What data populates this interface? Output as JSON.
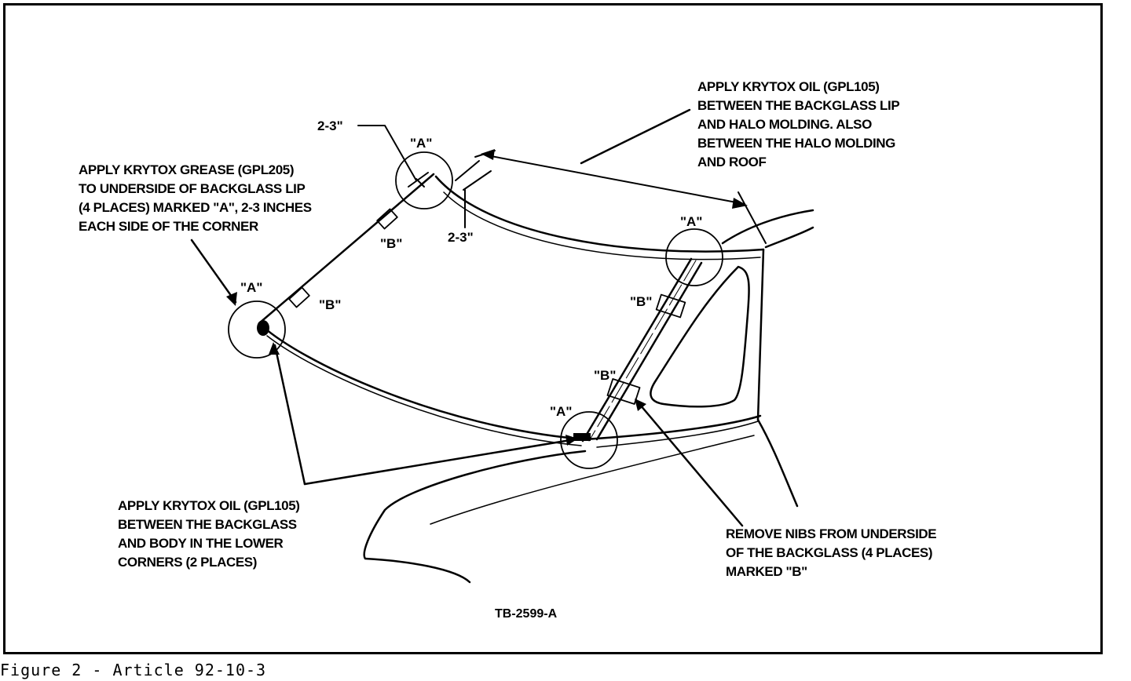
{
  "notes": {
    "grease_corner": [
      "APPLY KRYTOX  GREASE (GPL205)",
      "TO UNDERSIDE OF BACKGLASS LIP",
      "(4 PLACES) MARKED \"A\", 2-3 INCHES",
      "EACH SIDE OF THE CORNER"
    ],
    "oil_halo": [
      "APPLY KRYTOX OIL  (GPL105)",
      "BETWEEN THE BACKGLASS LIP",
      "AND HALO MOLDING. ALSO",
      "BETWEEN THE HALO MOLDING",
      "AND ROOF"
    ],
    "oil_lower": [
      "APPLY KRYTOX OIL  (GPL105)",
      "BETWEEN THE BACKGLASS",
      "AND BODY IN THE LOWER",
      "CORNERS (2 PLACES)"
    ],
    "remove_nibs": [
      "REMOVE NIBS FROM UNDERSIDE",
      "OF THE BACKGLASS (4 PLACES)",
      "MARKED \"B\""
    ]
  },
  "markers": {
    "a_upper_left": "\"A\"",
    "a_upper_right": "\"A\"",
    "a_left": "\"A\"",
    "a_lower": "\"A\"",
    "b_upper_left": "\"B\"",
    "b_left": "\"B\"",
    "b_right_upper": "\"B\"",
    "b_right_lower": "\"B\""
  },
  "dimensions": {
    "upper": "2-3\"",
    "lower": "2-3\""
  },
  "doc_id": "TB-2599-A",
  "caption": "Figure 2 - Article 92-10-3"
}
